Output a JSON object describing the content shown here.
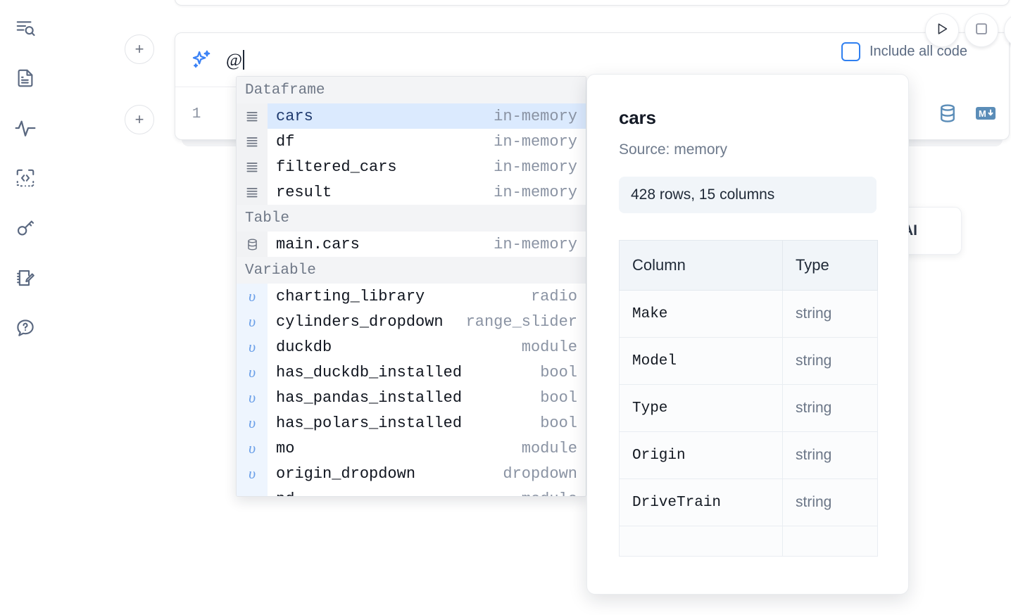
{
  "sidebar": {
    "items": [
      {
        "name": "outline-search-icon",
        "label": "Explore"
      },
      {
        "name": "notebook-file-icon",
        "label": "Notebook files"
      },
      {
        "name": "activity-pulse-icon",
        "label": "Activity"
      },
      {
        "name": "embed-code-icon",
        "label": "Snippets"
      },
      {
        "name": "key-icon",
        "label": "Secrets"
      },
      {
        "name": "scratchpad-edit-icon",
        "label": "Scratchpad"
      },
      {
        "name": "help-chat-icon",
        "label": "Help"
      }
    ]
  },
  "cell": {
    "add_cell_label": "+",
    "prompt_value": "@",
    "line_number": "1",
    "include_all_code_label": "Include all code",
    "include_all_code_checked": false,
    "tools": [
      {
        "name": "database-icon",
        "label": "SQL cell"
      },
      {
        "name": "markdown-icon",
        "label": "Markdown cell"
      }
    ]
  },
  "toolbar_buttons": [
    {
      "name": "run-button",
      "label": "Run"
    },
    {
      "name": "stop-button",
      "label": "Stop"
    },
    {
      "name": "more-button",
      "label": "More"
    }
  ],
  "ai_chip": {
    "label": "h AI"
  },
  "completion": {
    "groups": [
      {
        "label": "Dataframe",
        "icon": "dataframe-icon",
        "kind": "dataframe",
        "items": [
          {
            "name": "cars",
            "type": "in-memory",
            "selected": true
          },
          {
            "name": "df",
            "type": "in-memory",
            "selected": false
          },
          {
            "name": "filtered_cars",
            "type": "in-memory",
            "selected": false
          },
          {
            "name": "result",
            "type": "in-memory",
            "selected": false
          }
        ]
      },
      {
        "label": "Table",
        "icon": "table-database-icon",
        "kind": "table",
        "items": [
          {
            "name": "main.cars",
            "type": "in-memory",
            "selected": false
          }
        ]
      },
      {
        "label": "Variable",
        "icon": "variable-icon",
        "kind": "variable",
        "items": [
          {
            "name": "charting_library",
            "type": "radio",
            "selected": false
          },
          {
            "name": "cylinders_dropdown",
            "type": "range_slider",
            "selected": false
          },
          {
            "name": "duckdb",
            "type": "module",
            "selected": false
          },
          {
            "name": "has_duckdb_installed",
            "type": "bool",
            "selected": false
          },
          {
            "name": "has_pandas_installed",
            "type": "bool",
            "selected": false
          },
          {
            "name": "has_polars_installed",
            "type": "bool",
            "selected": false
          },
          {
            "name": "mo",
            "type": "module",
            "selected": false
          },
          {
            "name": "origin_dropdown",
            "type": "dropdown",
            "selected": false
          },
          {
            "name": "pd",
            "type": "module",
            "selected": false
          }
        ]
      }
    ]
  },
  "detail": {
    "title": "cars",
    "source": "Source: memory",
    "shape": "428 rows, 15 columns",
    "table": {
      "headers": [
        "Column",
        "Type"
      ],
      "rows": [
        {
          "column": "Make",
          "type": "string"
        },
        {
          "column": "Model",
          "type": "string"
        },
        {
          "column": "Type",
          "type": "string"
        },
        {
          "column": "Origin",
          "type": "string"
        },
        {
          "column": "DriveTrain",
          "type": "string"
        },
        {
          "column": "",
          "type": ""
        }
      ]
    }
  },
  "colors": {
    "accent": "#3b82f6",
    "selected_row": "#dbeafe",
    "group_header_bg": "#f3f4f6",
    "tool_icon": "#5b8db8"
  }
}
